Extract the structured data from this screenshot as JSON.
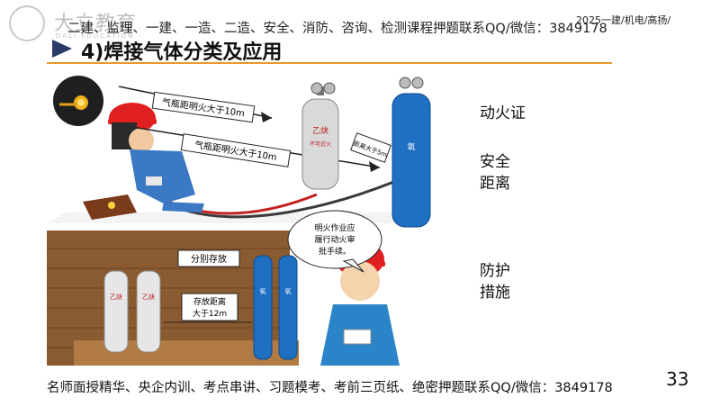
{
  "header": {
    "logo_name": "大立教育",
    "logo_sub": "DALI EDUCATION",
    "top_line": "二建、监理、一建、一造、二造、安全、消防、咨询、检测课程押题联系QQ/微信：3849178",
    "top_right": "2025一建/机电/高扬/"
  },
  "slide": {
    "title": "4)焊接气体分类及应用",
    "labels": {
      "permit": "动火证",
      "safe_distance": "安全\n距离",
      "protection": "防护\n措施"
    },
    "page_number": "33"
  },
  "illustration": {
    "upper_sign_1": "气瓶距明火大于10m",
    "upper_sign_2": "气瓶距明火大于10m",
    "cylinder_gap_sign": "距离大于5m",
    "acetylene_cylinder": "乙炔",
    "acetylene_warning": "不可近火",
    "oxygen_cylinder": "氧",
    "store_separately": "分别存放",
    "storage_distance_1": "存放距离",
    "storage_distance_2": "大于12m",
    "bubble_1": "明火作业应",
    "bubble_2": "履行动火审",
    "bubble_3": "批手续。"
  },
  "footer": {
    "text": "名师面授精华、央企内训、考点串讲、习题模考、考前三页纸、绝密押题联系QQ/微信：3849178"
  },
  "colors": {
    "accent_rule": "#e49a2c",
    "title_arrow": "#2a3a66",
    "oxygen_blue": "#1f6fc2",
    "acetylene_silver": "#d9d9d9",
    "helmet_red": "#e02020"
  }
}
